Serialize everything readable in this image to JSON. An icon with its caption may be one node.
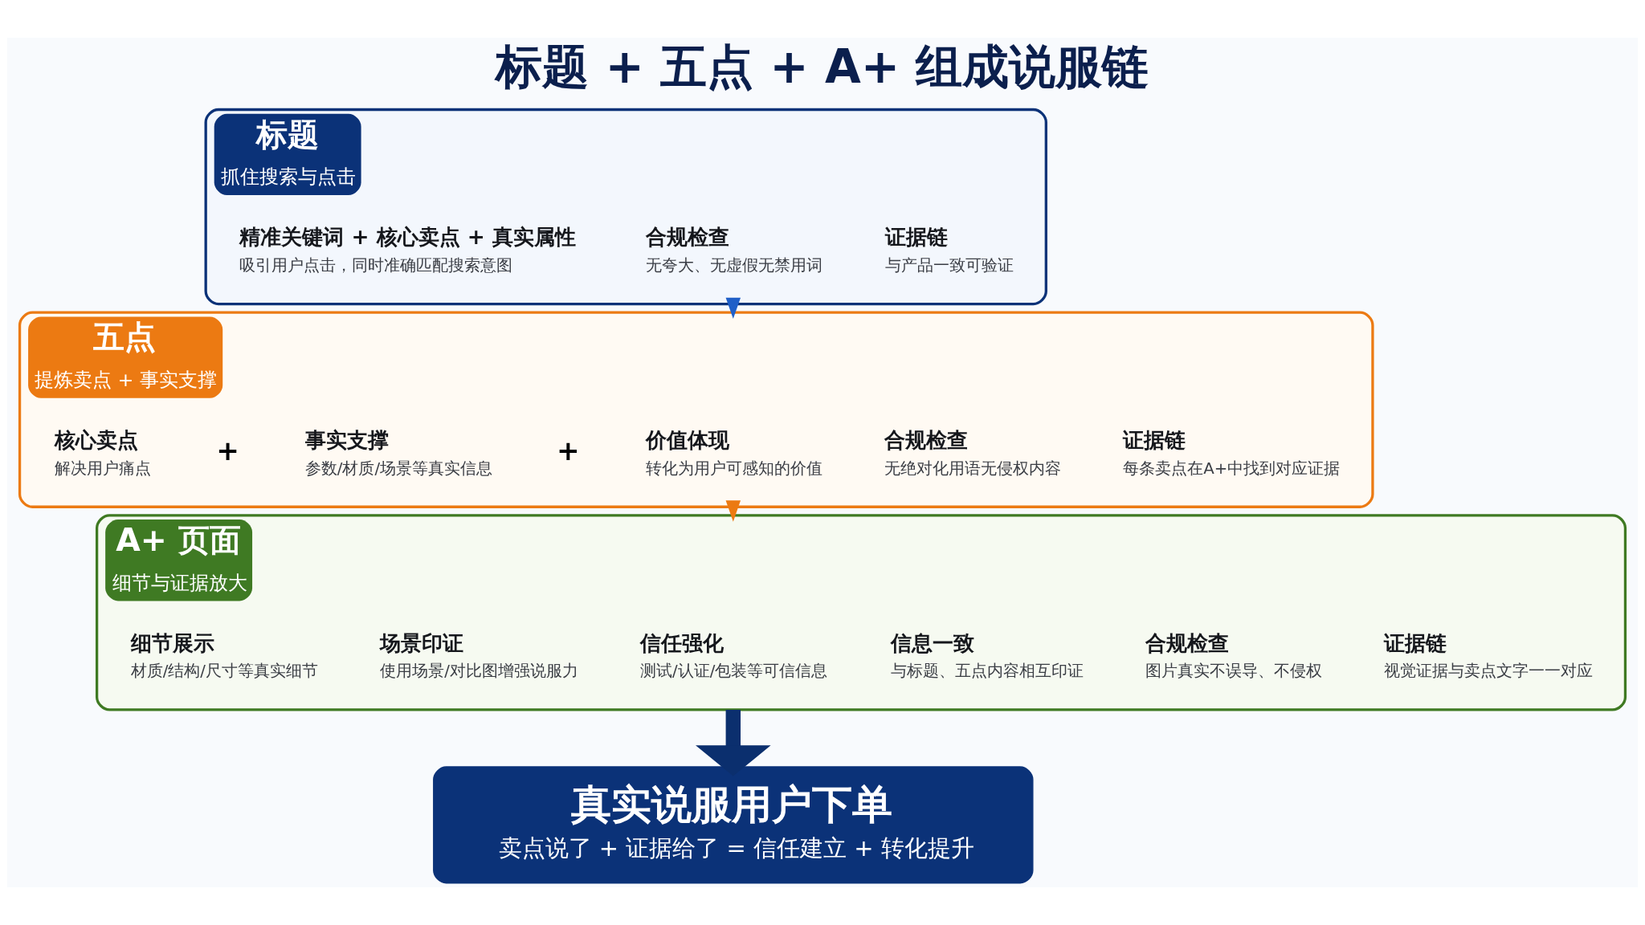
{
  "diagram": {
    "title": "标题 + 五点 + A+ 组成说服链",
    "nodes": [
      {
        "text": [
          "标题",
          "抓住搜索与点击"
        ]
      },
      {
        "text": [
          "精准关键词 + 核心卖点 + 真实属性",
          "吸引用户点击，同时准确匹配搜索意图"
        ],
        "in": 0
      },
      {
        "text": [
          "合规检查",
          "无夸大、无虚假无禁用词"
        ],
        "in": 0
      },
      {
        "text": [
          "证据链",
          "与产品一致可验证"
        ],
        "in": 0
      },
      {
        "text": [
          "五点",
          "提炼卖点 + 事实支撑"
        ]
      },
      {
        "text": [
          "核心卖点",
          "解决用户痛点"
        ],
        "in": 4
      },
      {
        "text": [
          "事实支撑",
          "参数/材质/场景等真实信息"
        ],
        "in": 4
      },
      {
        "text": [
          "价值体现",
          "转化为用户可感知的价值"
        ],
        "in": 4
      },
      {
        "text": [
          "合规检查",
          "无绝对化用语无侵权内容"
        ],
        "in": 4
      },
      {
        "text": [
          "证据链",
          "每条卖点在A+中找到对应证据"
        ],
        "in": 4
      },
      {
        "text": [
          "A+ 页面",
          "细节与证据放大"
        ]
      },
      {
        "text": [
          "细节展示",
          "材质/结构/尺寸等真实细节"
        ],
        "in": 10
      },
      {
        "text": [
          "场景印证",
          "使用场景/对比图增强说服力"
        ],
        "in": 10
      },
      {
        "text": [
          "信任强化",
          "测试/认证/包装等可信信息"
        ],
        "in": 10
      },
      {
        "text": [
          "信息一致",
          "与标题、五点内容相互印证"
        ],
        "in": 10
      },
      {
        "text": [
          "合规检查",
          "图片真实不误导、不侵权"
        ],
        "in": 10
      },
      {
        "text": [
          "证据链",
          "视觉证据与卖点文字一一对应"
        ],
        "in": 10
      },
      {
        "text": [
          "真实说服用户下单",
          "卖点说了 + 证据给了 = 信任建立 + 转化提升"
        ]
      }
    ],
    "edges": [
      {
        "from": 0,
        "to": 4,
        "arrow": "to",
        "color": "#1f5fc8"
      },
      {
        "from": 4,
        "to": 10,
        "arrow": "to",
        "color": "#ec7a12"
      },
      {
        "from": 10,
        "to": 17,
        "arrow": "to",
        "color": "#0b2f6e",
        "style": "thick"
      }
    ],
    "labels": [
      "+",
      "+"
    ]
  }
}
